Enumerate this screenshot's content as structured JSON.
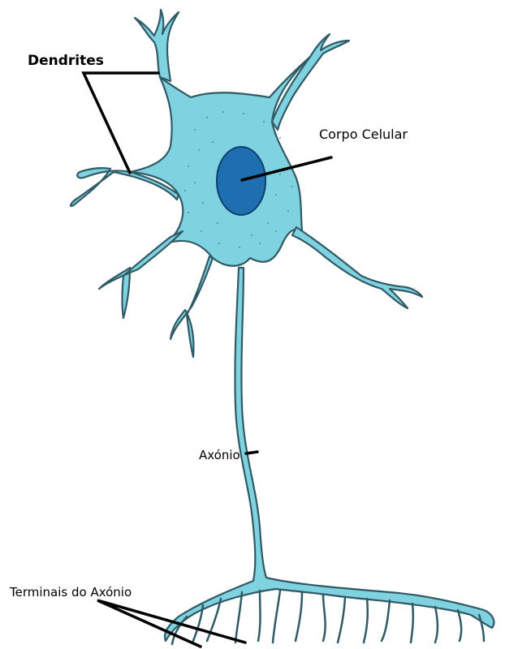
{
  "labels": {
    "dendrites": "Dendrites",
    "cell_body": "Corpo Celular",
    "axon": "Axónio",
    "axon_terminals": "Terminais do Axónio"
  },
  "colors": {
    "cytoplasm": "#7fd3e0",
    "membrane": "#2f5a66",
    "nucleus": "#1f6fb0",
    "nucleus_edge": "#0d3f6e",
    "leader_line": "#000000",
    "background": "#ffffff"
  }
}
